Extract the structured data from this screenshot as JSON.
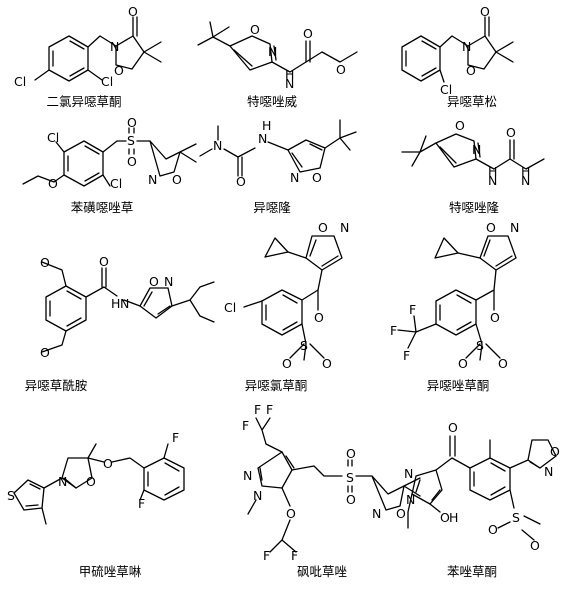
{
  "compounds": [
    {
      "name": "二氯异噁草酮",
      "atoms": [
        "O",
        "N",
        "O",
        "Cl",
        "Cl"
      ]
    },
    {
      "name": "特噁唑威",
      "atoms": [
        "O",
        "N",
        "N",
        "H",
        "O",
        "O"
      ]
    },
    {
      "name": "异噁草松",
      "atoms": [
        "O",
        "N",
        "O",
        "Cl"
      ]
    },
    {
      "name": "苯磺噁唑草",
      "atoms": [
        "Cl",
        "S",
        "O",
        "O",
        "N",
        "O",
        "O",
        "Cl"
      ]
    },
    {
      "name": "异噁隆",
      "atoms": [
        "N",
        "H",
        "N",
        "O",
        "N",
        "O"
      ]
    },
    {
      "name": "特噁唑隆",
      "atoms": [
        "O",
        "N",
        "N",
        "H",
        "N",
        "H",
        "O"
      ]
    },
    {
      "name": "异噁草酰胺",
      "atoms": [
        "O",
        "O",
        "H",
        "N",
        "O",
        "N",
        "O"
      ]
    },
    {
      "name": "异噁氯草酮",
      "atoms": [
        "O",
        "N",
        "Cl",
        "O",
        "S",
        "O",
        "O"
      ]
    },
    {
      "name": "异噁唑草酮",
      "atoms": [
        "O",
        "N",
        "O",
        "F",
        "F",
        "F",
        "S",
        "O",
        "O"
      ]
    },
    {
      "name": "甲硫唑草啉",
      "atoms": [
        "F",
        "O",
        "S",
        "N",
        "O",
        "F"
      ]
    },
    {
      "name": "砜吡草唑",
      "atoms": [
        "F",
        "F",
        "F",
        "S",
        "O",
        "O",
        "N",
        "N",
        "O",
        "F",
        "F",
        "N",
        "O"
      ]
    },
    {
      "name": "苯唑草酮",
      "atoms": [
        "O",
        "O",
        "N",
        "N",
        "N",
        "O",
        "H",
        "S",
        "O",
        "O"
      ]
    }
  ]
}
